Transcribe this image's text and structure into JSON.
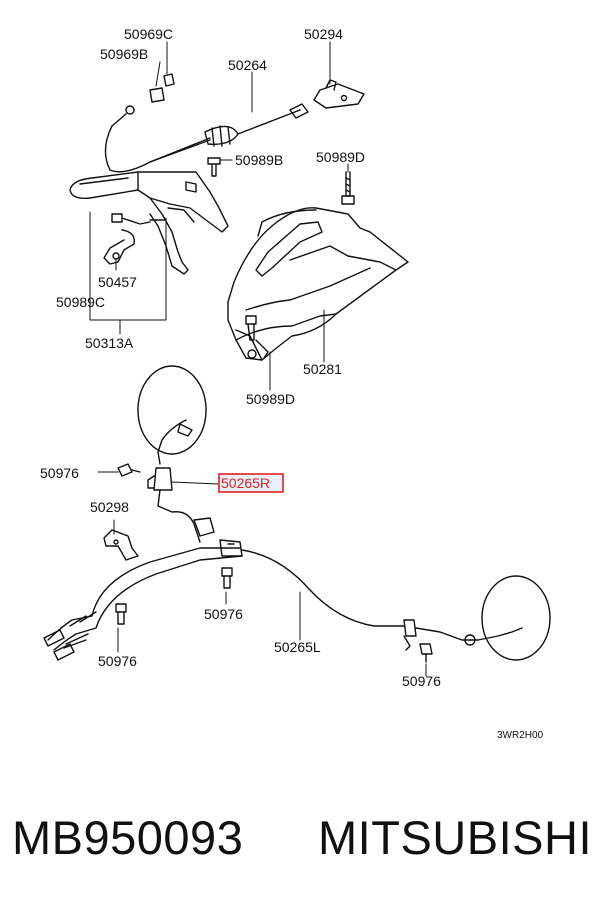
{
  "labels": {
    "p50969C": "50969C",
    "p50969B": "50969B",
    "p50264": "50264",
    "p50294": "50294",
    "p50989B": "50989B",
    "p50989D_top": "50989D",
    "p50457": "50457",
    "p50989C": "50989C",
    "p50313A": "50313A",
    "p50281": "50281",
    "p50989D_bottom": "50989D",
    "p50976_left": "50976",
    "p50265R": "50265R",
    "p50298": "50298",
    "p50976_center": "50976",
    "p50976_lower_left": "50976",
    "p50265L": "50265L",
    "p50976_right": "50976"
  },
  "highlighted_part": "50265R",
  "highlight_color": "#dd2222",
  "diagram_code": "3WR2H00",
  "caption": {
    "part_number": "MB950093",
    "brand": "MITSUBISHI"
  }
}
